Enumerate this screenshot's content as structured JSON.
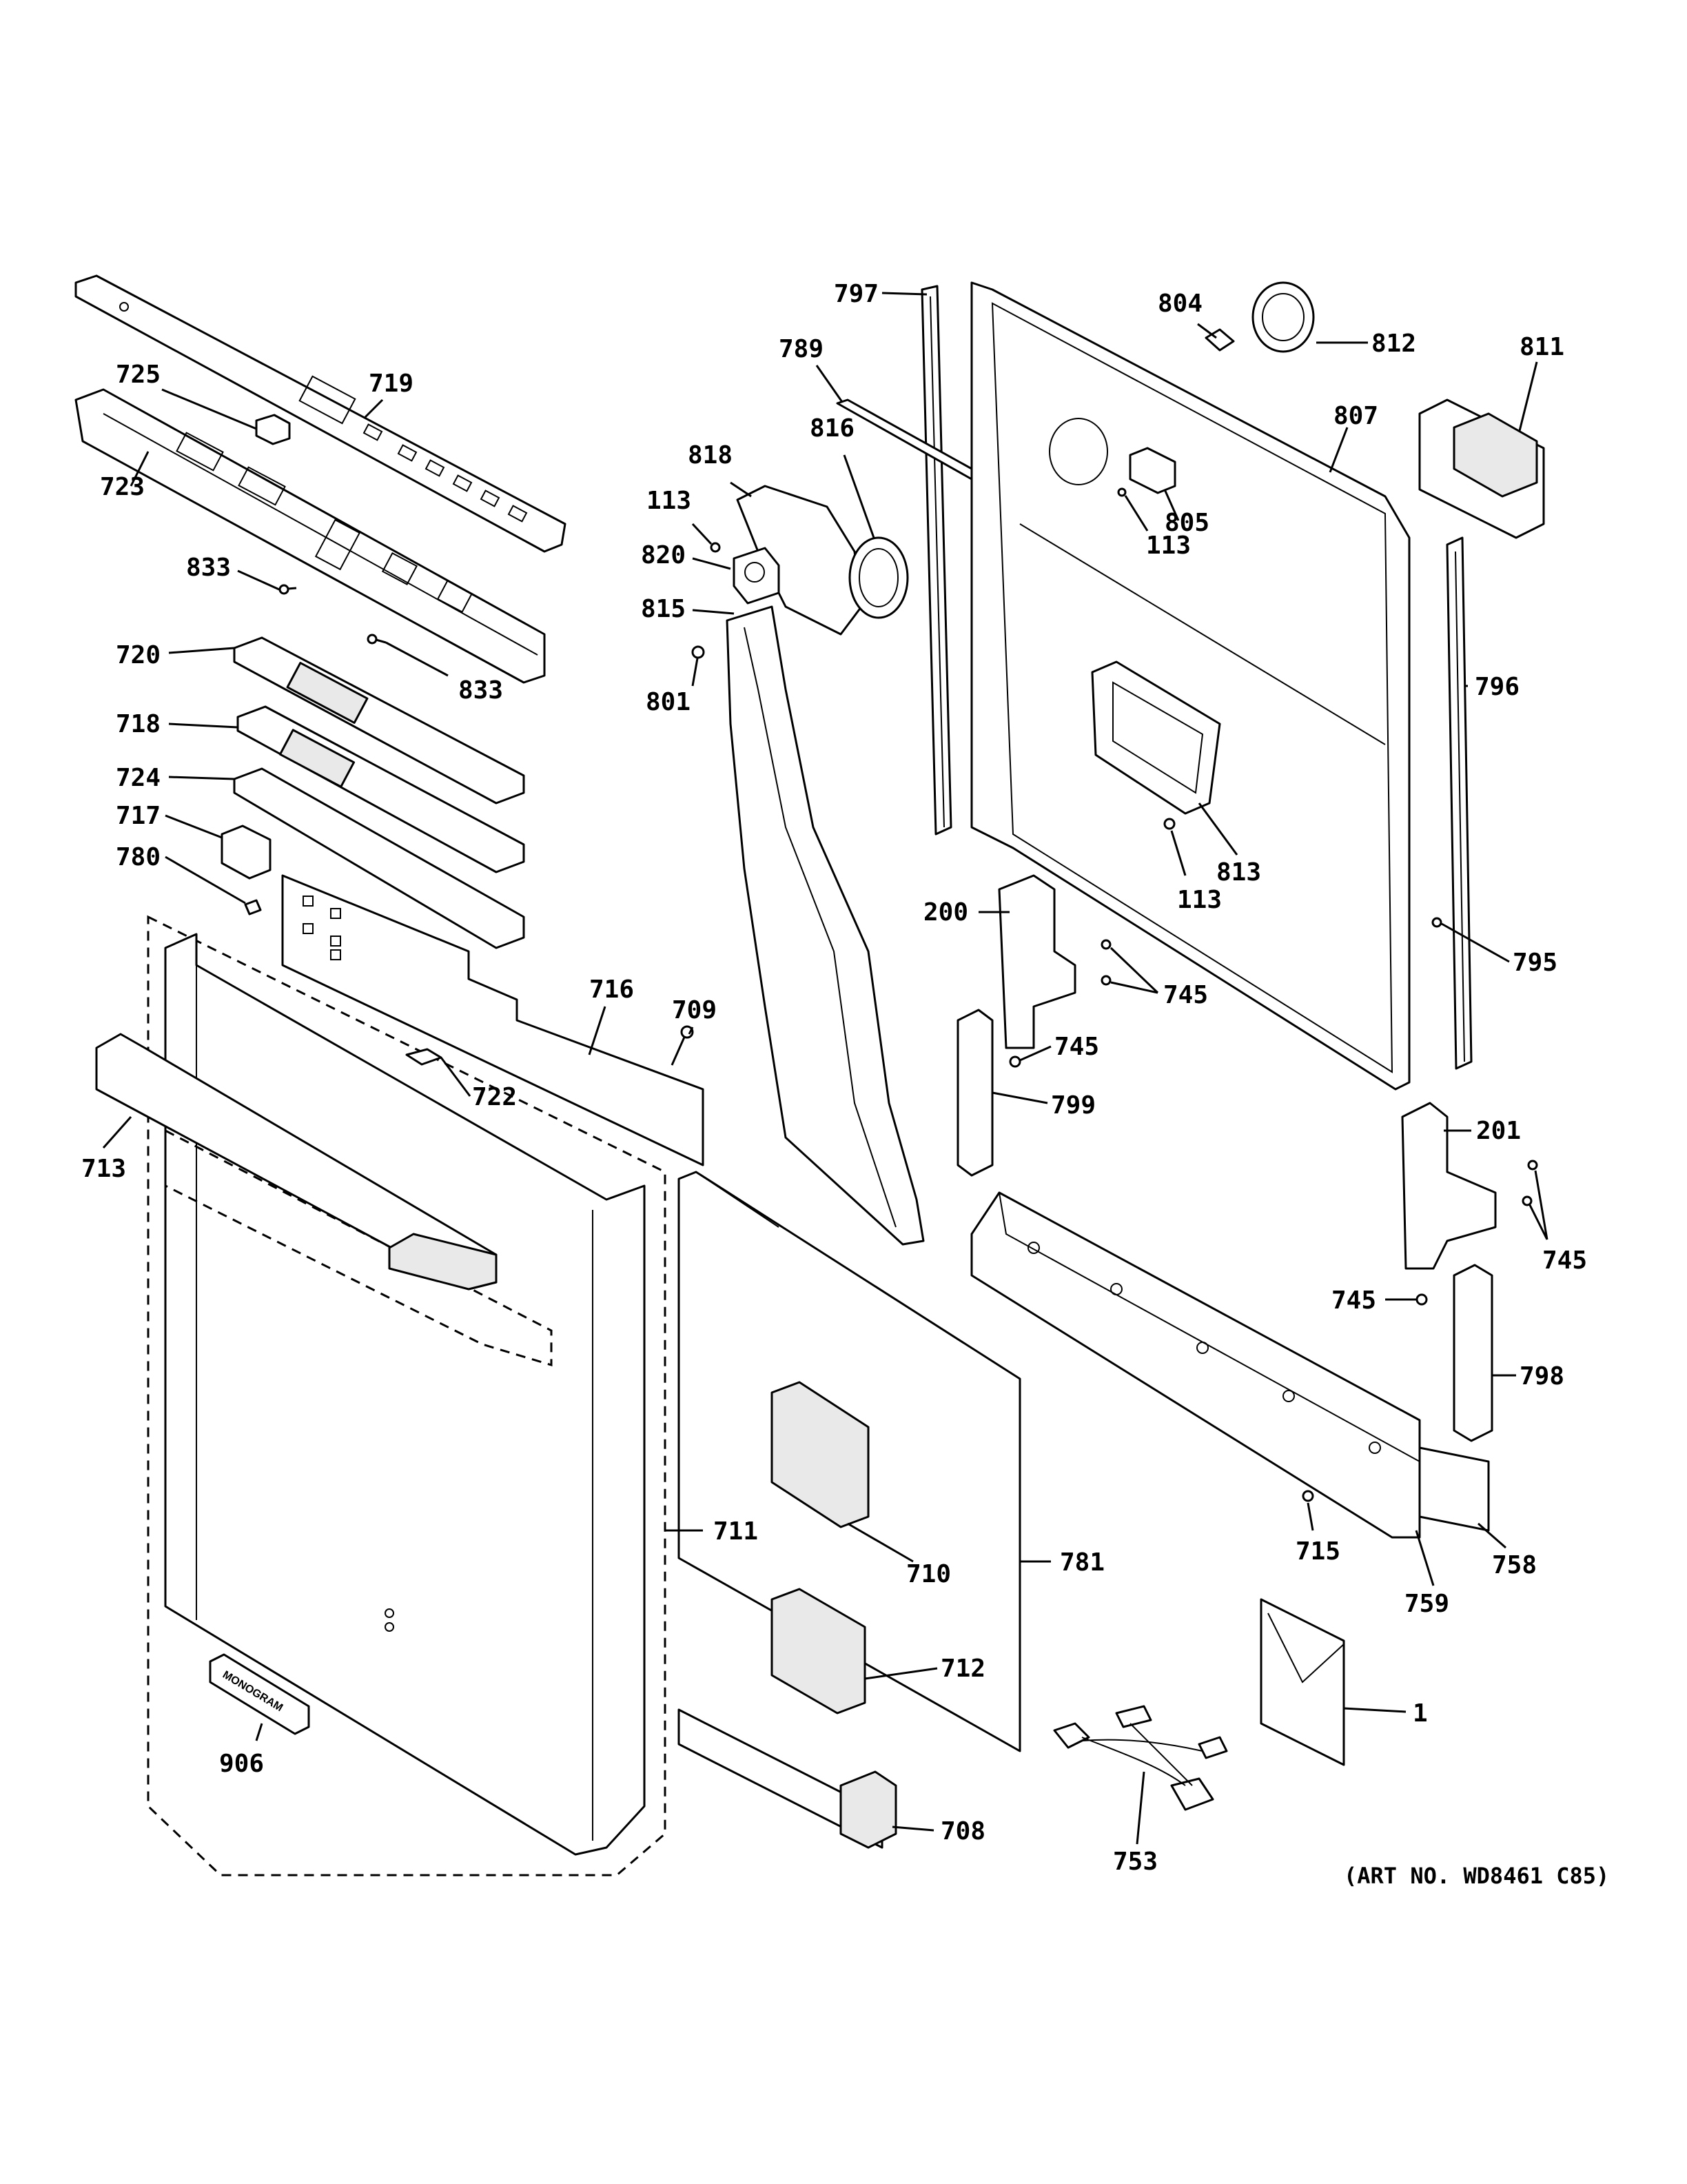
{
  "art_number": "(ART NO. WD8461 C85)",
  "logo_text": "MONOGRAM",
  "callouts": [
    {
      "id": "c797",
      "label": "797"
    },
    {
      "id": "c804",
      "label": "804"
    },
    {
      "id": "c812",
      "label": "812"
    },
    {
      "id": "c811",
      "label": "811"
    },
    {
      "id": "c789",
      "label": "789"
    },
    {
      "id": "c807",
      "label": "807"
    },
    {
      "id": "c816",
      "label": "816"
    },
    {
      "id": "c818",
      "label": "818"
    },
    {
      "id": "c113a",
      "label": "113"
    },
    {
      "id": "c805",
      "label": "805"
    },
    {
      "id": "c113b",
      "label": "113"
    },
    {
      "id": "c820",
      "label": "820"
    },
    {
      "id": "c815",
      "label": "815"
    },
    {
      "id": "c801",
      "label": "801"
    },
    {
      "id": "c796",
      "label": "796"
    },
    {
      "id": "c813",
      "label": "813"
    },
    {
      "id": "c113c",
      "label": "113"
    },
    {
      "id": "c200",
      "label": "200"
    },
    {
      "id": "c745a",
      "label": "745"
    },
    {
      "id": "c795",
      "label": "795"
    },
    {
      "id": "c745b",
      "label": "745"
    },
    {
      "id": "c799",
      "label": "799"
    },
    {
      "id": "c201",
      "label": "201"
    },
    {
      "id": "c745c",
      "label": "745"
    },
    {
      "id": "c745d",
      "label": "745"
    },
    {
      "id": "c798",
      "label": "798"
    },
    {
      "id": "c715",
      "label": "715"
    },
    {
      "id": "c758",
      "label": "758"
    },
    {
      "id": "c759",
      "label": "759"
    },
    {
      "id": "c725",
      "label": "725"
    },
    {
      "id": "c719",
      "label": "719"
    },
    {
      "id": "c723",
      "label": "723"
    },
    {
      "id": "c833a",
      "label": "833"
    },
    {
      "id": "c833b",
      "label": "833"
    },
    {
      "id": "c720",
      "label": "720"
    },
    {
      "id": "c718",
      "label": "718"
    },
    {
      "id": "c724",
      "label": "724"
    },
    {
      "id": "c717",
      "label": "717"
    },
    {
      "id": "c780",
      "label": "780"
    },
    {
      "id": "c716",
      "label": "716"
    },
    {
      "id": "c709",
      "label": "709"
    },
    {
      "id": "c722",
      "label": "722"
    },
    {
      "id": "c713",
      "label": "713"
    },
    {
      "id": "c711",
      "label": "711"
    },
    {
      "id": "c710",
      "label": "710"
    },
    {
      "id": "c781",
      "label": "781"
    },
    {
      "id": "c712",
      "label": "712"
    },
    {
      "id": "c1",
      "label": "1"
    },
    {
      "id": "c906",
      "label": "906"
    },
    {
      "id": "c708",
      "label": "708"
    },
    {
      "id": "c753",
      "label": "753"
    }
  ]
}
